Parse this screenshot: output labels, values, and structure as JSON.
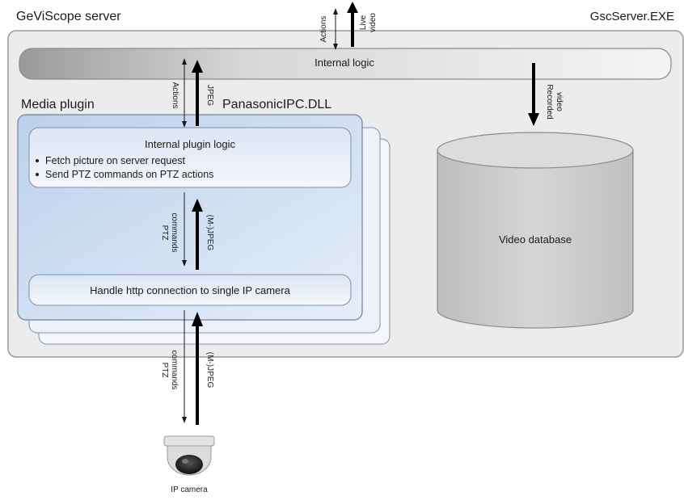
{
  "server": {
    "title": "GeViScope server",
    "exe": "GscServer.EXE",
    "internal_logic": "Internal logic"
  },
  "plugin": {
    "title": "Media plugin",
    "dll": "PanasonicIPC.DLL",
    "logic_title": "Internal plugin logic",
    "bullets": [
      "Fetch picture on server request",
      "Send PTZ commands on PTZ actions"
    ],
    "http_label": "Handle http connection to single IP camera"
  },
  "database": {
    "label": "Video database"
  },
  "camera": {
    "label": "IP camera"
  },
  "arrows": {
    "top_actions": "Actions",
    "top_live_1": "Live",
    "top_live_2": "video",
    "plugin_actions": "Actions",
    "plugin_jpeg": "JPEG",
    "recorded_1": "Recorded",
    "recorded_2": "video",
    "mid_ptz_1": "PTZ",
    "mid_ptz_2": "commands",
    "mid_mjpeg": "(M-)JPEG",
    "low_ptz_1": "PTZ",
    "low_ptz_2": "commands",
    "low_mjpeg": "(M-)JPEG"
  },
  "colors": {
    "server_fill": "#ececec",
    "bar_fill": "#cfcfcf",
    "plugin_fill": "#c9d8ee",
    "db_fill": "#cccccc"
  }
}
